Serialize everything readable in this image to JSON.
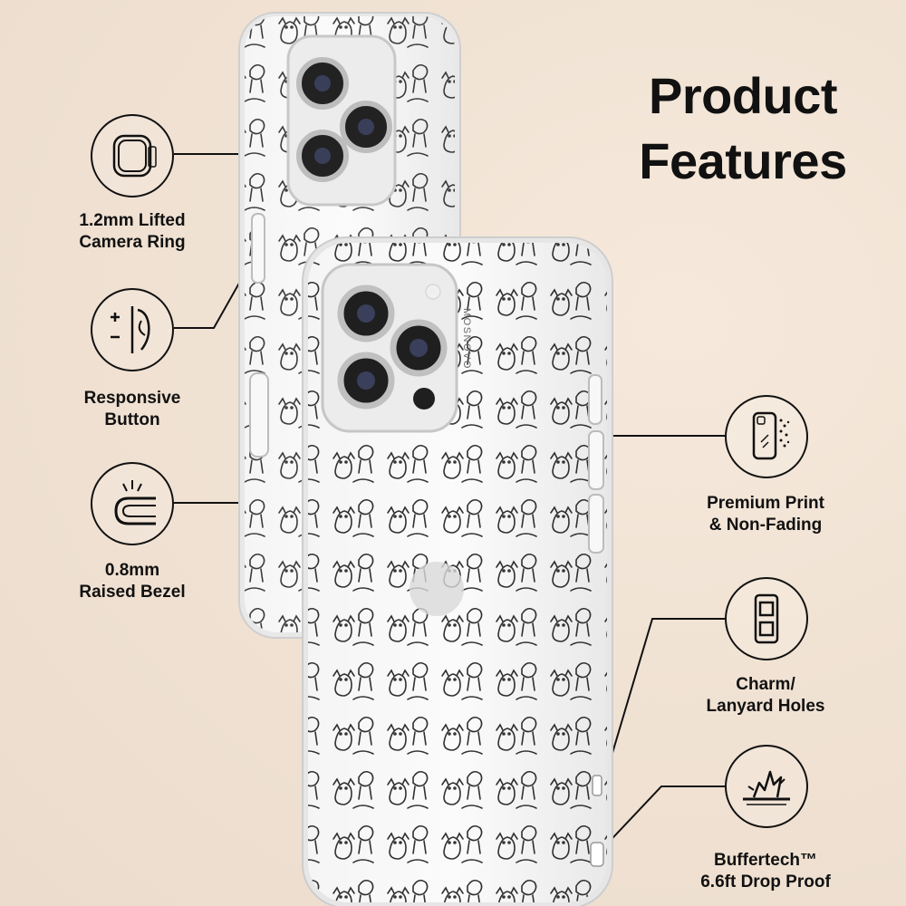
{
  "title": {
    "line1": "Product",
    "line2": "Features"
  },
  "brand": "MOSNOVO",
  "features_left": [
    {
      "line1": "1.2mm Lifted",
      "line2": "Camera Ring",
      "icon": "camera-ring-icon"
    },
    {
      "line1": "Responsive",
      "line2": "Button",
      "icon": "responsive-button-icon"
    },
    {
      "line1": "0.8mm",
      "line2": "Raised Bezel",
      "icon": "raised-bezel-icon"
    }
  ],
  "features_right": [
    {
      "line1": "Premium Print",
      "line2": "& Non-Fading",
      "icon": "premium-print-icon"
    },
    {
      "line1": "Charm/",
      "line2": "Lanyard Holes",
      "icon": "lanyard-holes-icon"
    },
    {
      "line1": "Buffertech™",
      "line2": "6.6ft Drop Proof",
      "icon": "drop-proof-icon"
    }
  ],
  "colors": {
    "text": "#111111",
    "background": "#f1e3d4"
  }
}
